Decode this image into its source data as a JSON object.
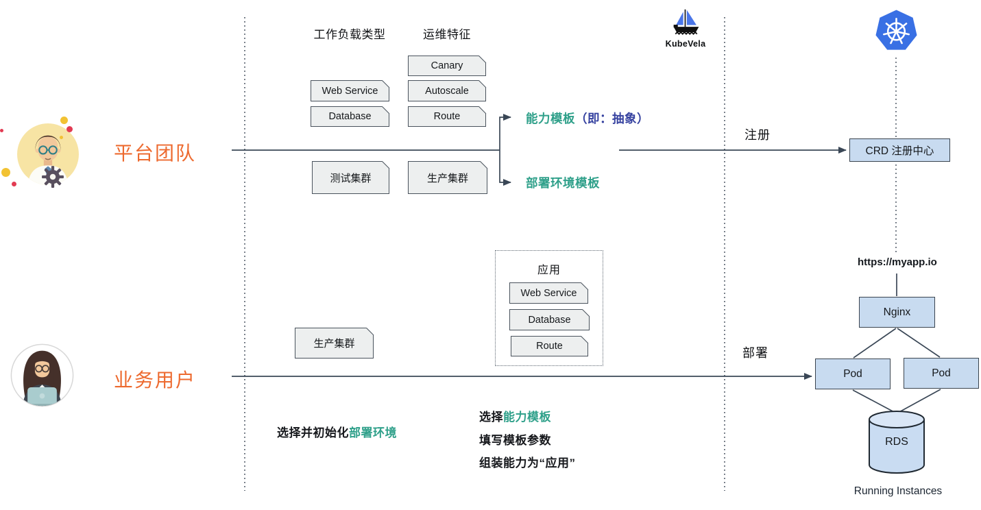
{
  "colors": {
    "accent_orange": "#ED6A2F",
    "teal": "#2FA08A",
    "navy": "#3642A0",
    "blue_text": "#4353B8",
    "gray_box_fill": "#EDEFEF",
    "blue_box_fill": "#C8DBF0",
    "line": "#3A4756"
  },
  "lanes": {
    "platform_team": "平台团队",
    "business_user": "业务用户"
  },
  "platform": {
    "workload_header": "工作负载类型",
    "traits_header": "运维特征",
    "workloads": [
      "Web Service",
      "Database"
    ],
    "traits": [
      "Canary",
      "Autoscale",
      "Route"
    ],
    "clusters": [
      "测试集群",
      "生产集群"
    ],
    "capability_template": "能力模板",
    "capability_suffix": "（即：抽象）",
    "env_template": "部署环境模板",
    "register_label": "注册",
    "crd_registry": "CRD 注册中心"
  },
  "logos": {
    "kubevela": "KubeVela"
  },
  "business": {
    "app_title": "应用",
    "app_components": [
      "Web Service",
      "Database",
      "Route"
    ],
    "cluster": "生产集群",
    "deploy_label": "部署",
    "steps": {
      "init_prefix": "选择并初始化",
      "init_highlight": "部署环境",
      "choose_prefix": "选择",
      "choose_highlight": "能力模板",
      "fill_params": "填写模板参数",
      "assemble": "组装能力为“应用”"
    }
  },
  "runtime": {
    "url": "https://myapp.io",
    "nginx": "Nginx",
    "pod_left": "Pod",
    "pod_right": "Pod",
    "rds": "RDS",
    "caption": "Running Instances"
  }
}
